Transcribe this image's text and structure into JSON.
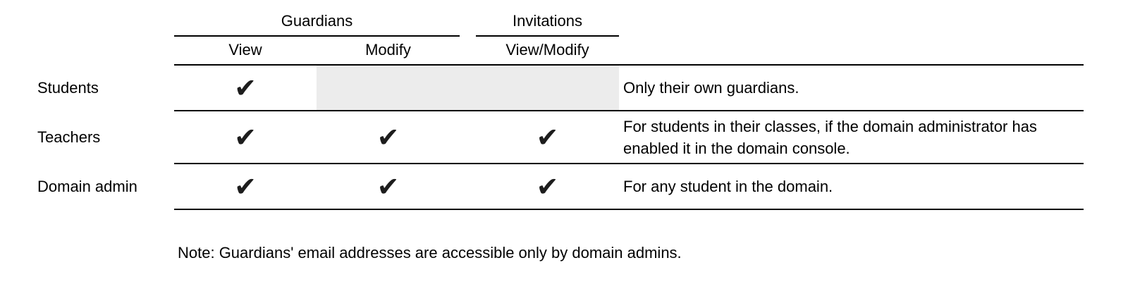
{
  "colors": {
    "background": "#ffffff",
    "text": "#000000",
    "grid_line": "#000000",
    "disabled_cell_bg": "#ececec",
    "check_color": "#1d1d1d"
  },
  "icons": {
    "check_glyph": "✔"
  },
  "table": {
    "column_groups": [
      {
        "label": "Guardians"
      },
      {
        "label": "Invitations"
      }
    ],
    "columns": [
      {
        "label": "View"
      },
      {
        "label": "Modify"
      },
      {
        "label": "View/Modify"
      }
    ],
    "rows": [
      {
        "label": "Students",
        "guardians_view": true,
        "guardians_modify": "disabled",
        "invitations_view_modify": "disabled",
        "note": "Only their own guardians."
      },
      {
        "label": "Teachers",
        "guardians_view": true,
        "guardians_modify": true,
        "invitations_view_modify": true,
        "note": "For students in their classes, if the domain administrator has enabled it in the domain console."
      },
      {
        "label": "Domain admin",
        "guardians_view": true,
        "guardians_modify": true,
        "invitations_view_modify": true,
        "note": "For any student in the domain."
      }
    ],
    "footnote": "Note: Guardians' email addresses are accessible only by domain admins."
  }
}
